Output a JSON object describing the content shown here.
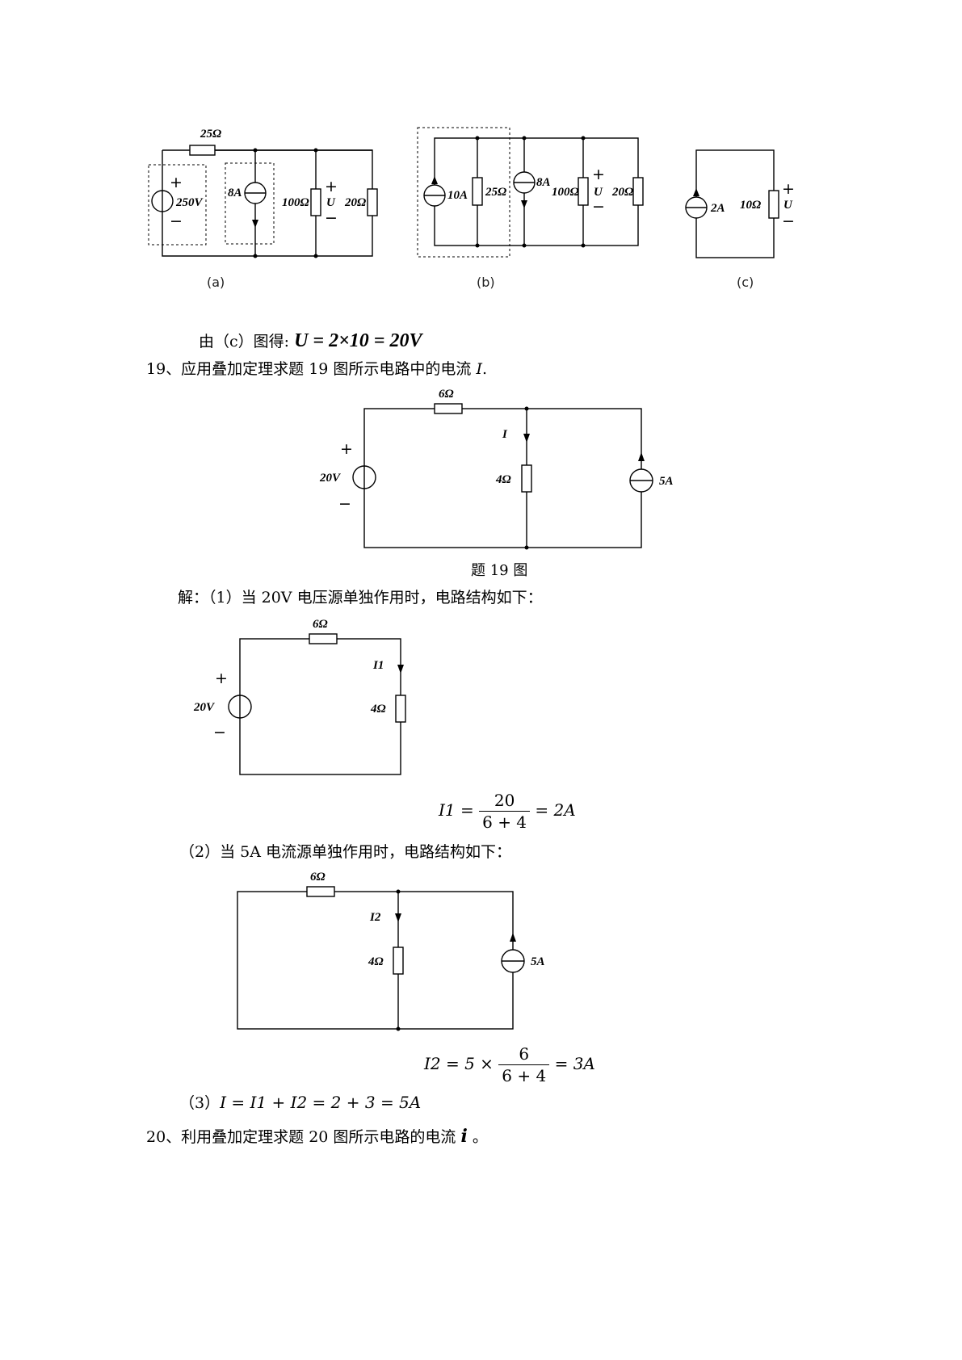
{
  "top_figs": {
    "a": {
      "r_series": "25Ω",
      "v_source": "250V",
      "i_source": "8A",
      "r1": "100Ω",
      "r2": "20Ω",
      "u": "U",
      "plus": "+",
      "minus": "−",
      "caption": "(a)"
    },
    "b": {
      "i1": "10A",
      "r1": "25Ω",
      "i2": "8A",
      "r2": "100Ω",
      "u": "U",
      "r3": "20Ω",
      "plus": "+",
      "minus": "−",
      "caption": "(b)"
    },
    "c": {
      "i": "2A",
      "r": "10Ω",
      "u": "U",
      "plus": "+",
      "minus": "−",
      "caption": "(c)"
    }
  },
  "result_c": {
    "prefix": "由（c）图得:",
    "equation": "U = 2×10 = 20V"
  },
  "q19": {
    "title": "19、应用叠加定理求题 19 图所示电路中的电流 ",
    "title_var": "I",
    "title_end": ".",
    "fig": {
      "r_series": "6Ω",
      "v_source": "20V",
      "r_mid": "4Ω",
      "i_label": "I",
      "i_source": "5A",
      "plus": "+",
      "minus": "−",
      "caption": "题 19 图"
    },
    "step1": {
      "text": "解：（1）当 20V 电压源单独作用时，电路结构如下：",
      "fig": {
        "r_series": "6Ω",
        "v_source": "20V",
        "r": "4Ω",
        "i_label": "I1",
        "plus": "+",
        "minus": "−"
      },
      "eq_left": "I1 =",
      "eq_num": "20",
      "eq_den": "6 + 4",
      "eq_right": "= 2A"
    },
    "step2": {
      "text": "（2）当 5A 电流源单独作用时，电路结构如下：",
      "fig": {
        "r_series": "6Ω",
        "r": "4Ω",
        "i_label": "I2",
        "i_source": "5A"
      },
      "eq_left": "I2 = 5 ×",
      "eq_num": "6",
      "eq_den": "6 + 4",
      "eq_right": "= 3A"
    },
    "step3": {
      "prefix": "（3）",
      "equation": "I = I1 + I2 = 2 + 3 = 5A"
    }
  },
  "q20": {
    "title": "20、利用叠加定理求题 20 图所示电路的电流 ",
    "var": "i",
    "end": " 。"
  }
}
